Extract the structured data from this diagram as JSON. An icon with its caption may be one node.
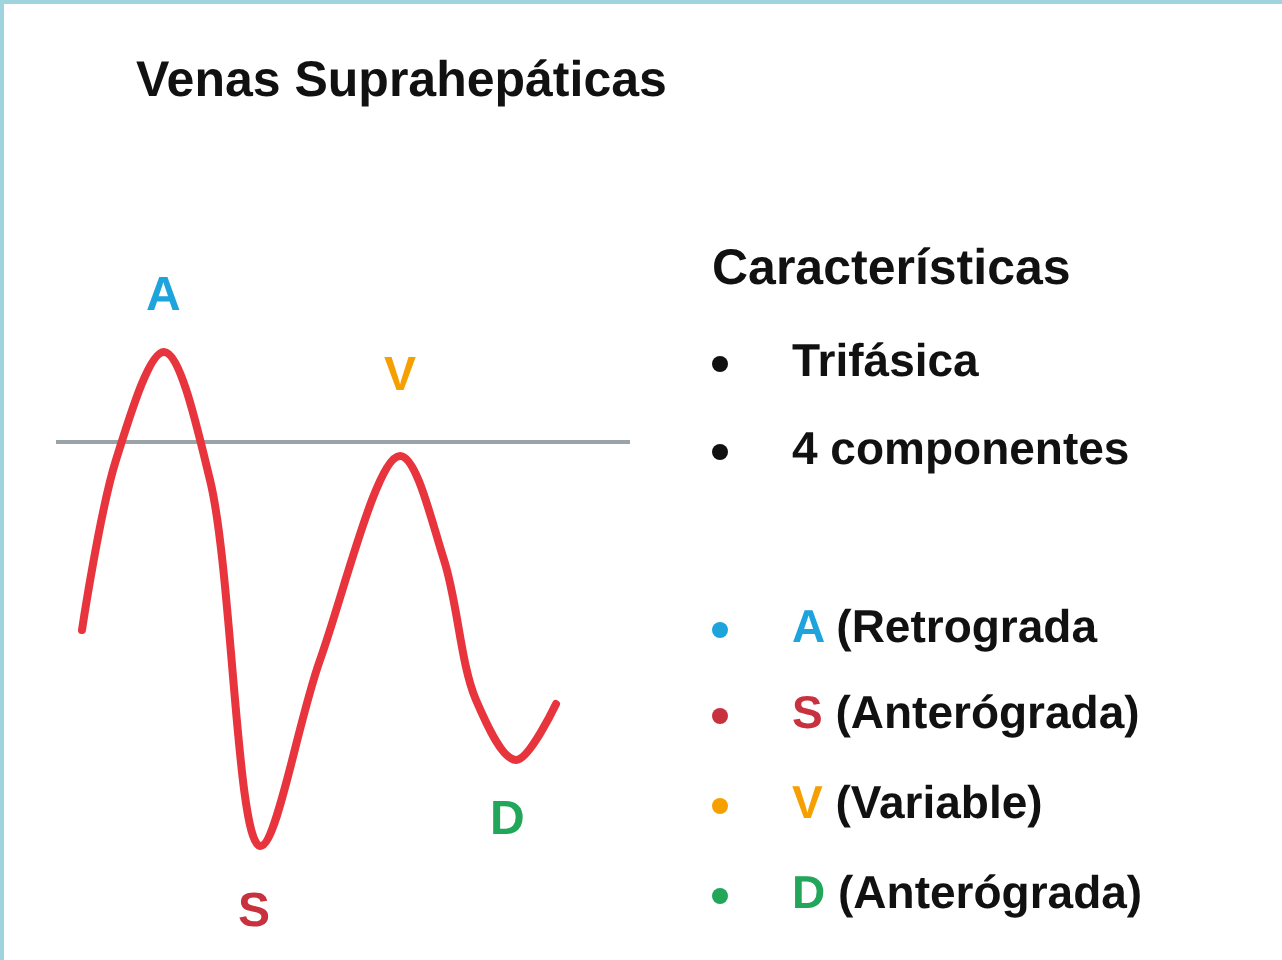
{
  "diagram": {
    "title": "Venas Suprahepáticas",
    "labels": [
      "A",
      "V",
      "S",
      "D",
      "Características",
      "Trifásica",
      "4 componentes",
      "A (Retrograda",
      "S (Anterógrada)",
      "V (Variable)",
      "D (Anterógrada)"
    ]
  }
}
